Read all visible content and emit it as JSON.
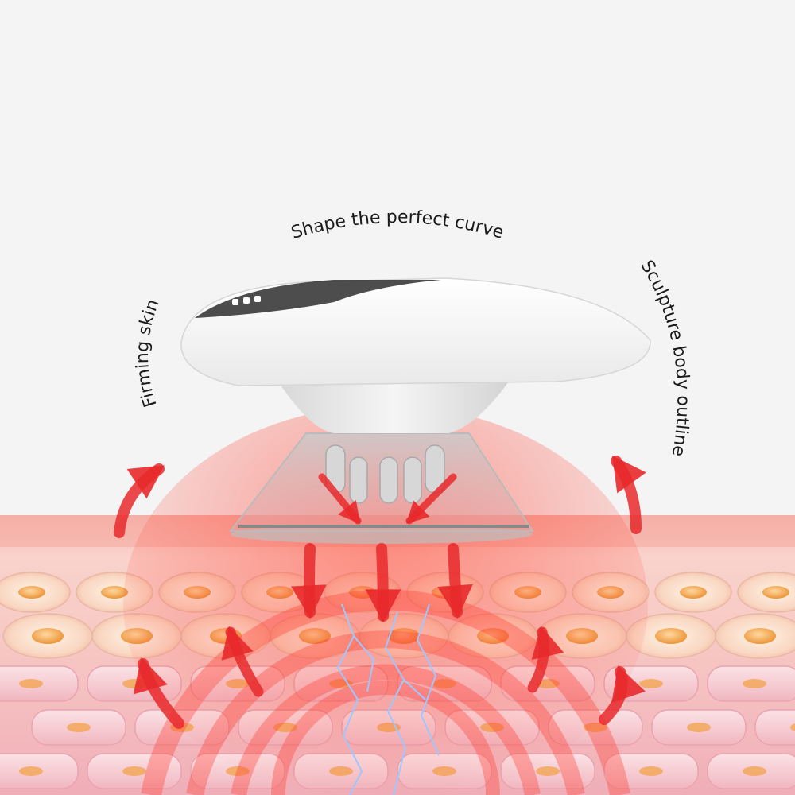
{
  "labels": {
    "top": "Shape the perfect curve",
    "left": "Firming skin",
    "right": "Sculpture body outline"
  },
  "colors": {
    "background": "#f4f4f4",
    "skin": "#f6c2bd",
    "cell_fill": "#f9d8c6",
    "nucleus": "#f2a75a",
    "arrow": "#e8292b",
    "device": "#ffffff",
    "lightning": "#9fc7ff"
  }
}
